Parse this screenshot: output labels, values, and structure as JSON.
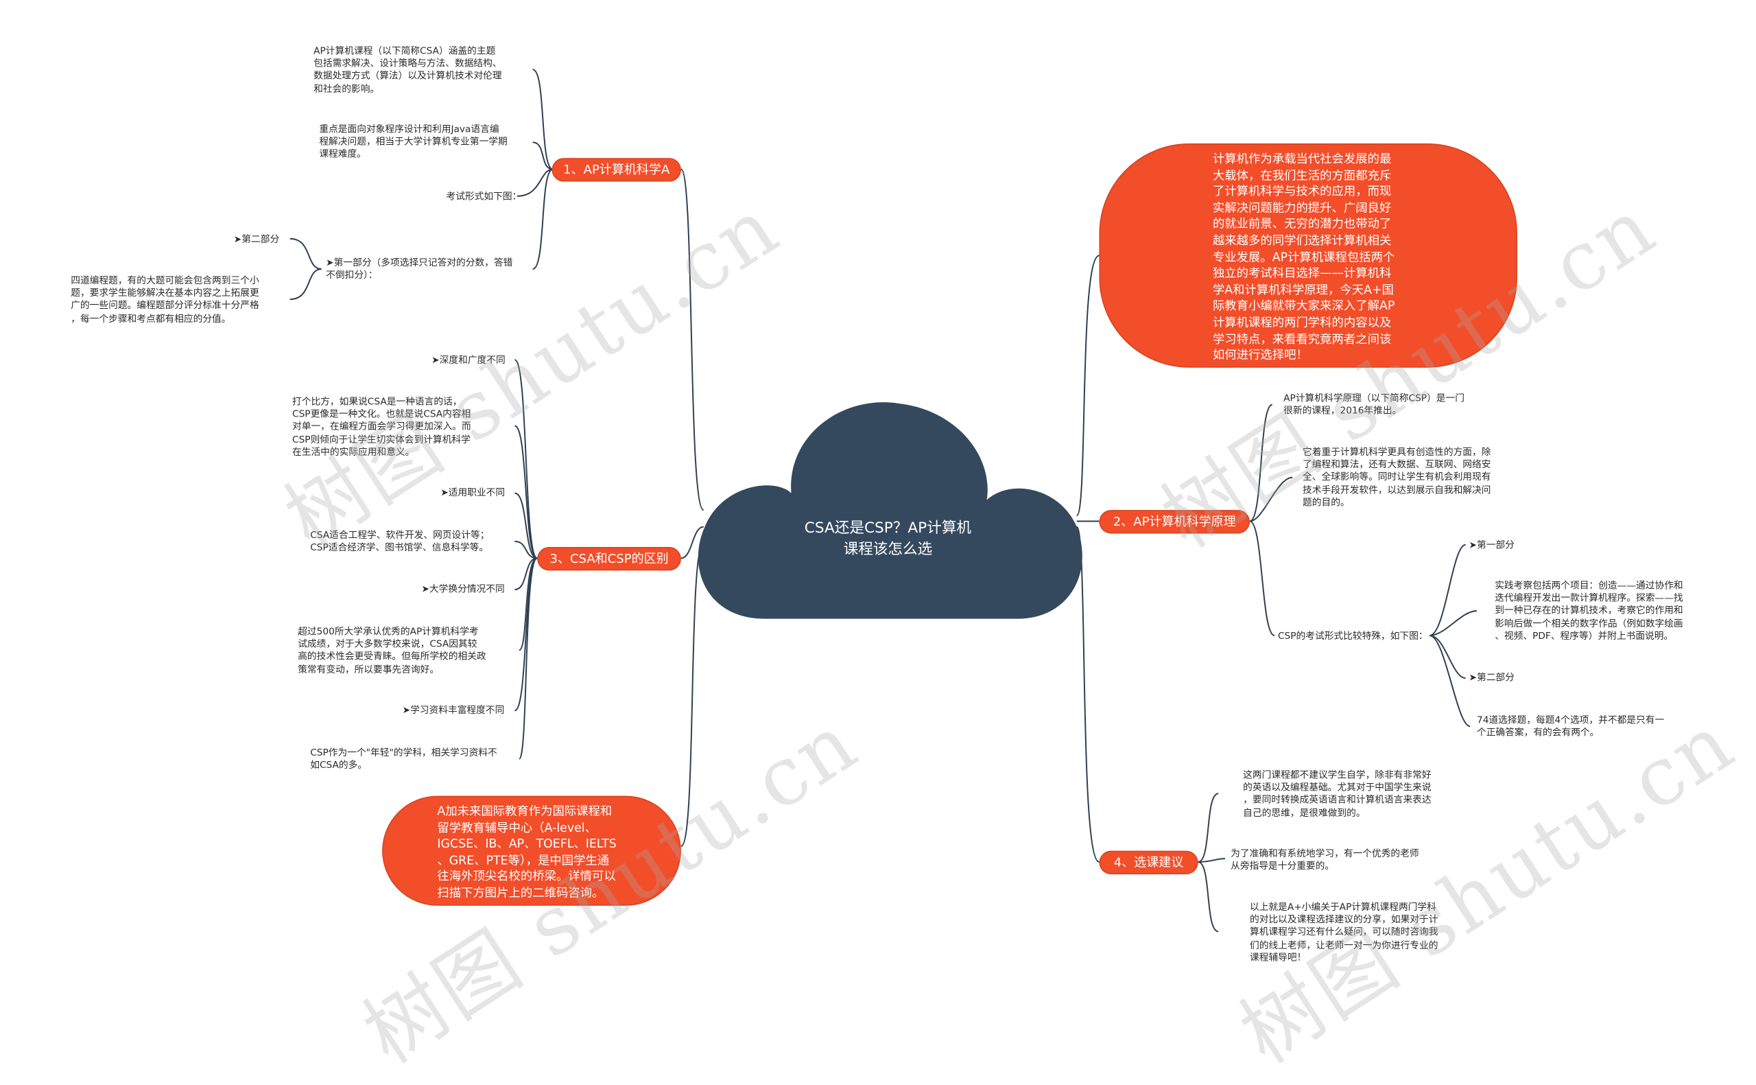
{
  "center": {
    "title_line1": "CSA还是CSP？AP计算机",
    "title_line2": "课程该怎么选"
  },
  "branches": {
    "b1": {
      "label": "1、AP计算机科学A",
      "t1": "AP计算机课程（以下简称CSA）涵盖的主题\n包括需求解决、设计策略与方法、数据结构、\n数据处理方式（算法）以及计算机技术对伦理\n和社会的影响。",
      "t2": "重点是面向对象程序设计和利用Java语言编\n程解决问题，相当于大学计算机专业第一学期\n课程难度。",
      "t3": "考试形式如下图：",
      "t4": "➤第一部分（多项选择只记答对的分数，答错\n不倒扣分）：",
      "t5": "➤第二部分",
      "t6": "四道编程题，有的大题可能会包含两到三个小\n题，要求学生能够解决在基本内容之上拓展更\n广的一些问题。编程题部分评分标准十分严格\n，每一个步骤和考点都有相应的分值。"
    },
    "b3": {
      "label": "3、CSA和CSP的区别",
      "t1": "➤深度和广度不同",
      "t2": "打个比方，如果说CSA是一种语言的话，\nCSP更像是一种文化。也就是说CSA内容相\n对单一，在编程方面会学习得更加深入。而\nCSP则倾向于让学生切实体会到计算机科学\n在生活中的实际应用和意义。",
      "t3": "➤适用职业不同",
      "t4": "CSA适合工程学、软件开发、网页设计等；\nCSP适合经济学、图书馆学、信息科学等。",
      "t5": "➤大学换分情况不同",
      "t6": "超过500所大学承认优秀的AP计算机科学考\n试成绩，对于大多数学校来说，CSA因其较\n高的技术性会更受青睐。但每所学校的相关政\n策常有变动，所以要事先咨询好。",
      "t7": "➤学习资料丰富程度不同",
      "t8": "CSP作为一个\"年轻\"的学科，相关学习资料不\n如CSA的多。"
    },
    "b2": {
      "label": "2、AP计算机科学原理",
      "t1": "AP计算机科学原理（以下简称CSP）是一门\n很新的课程，2016年推出。",
      "t2": "它着重于计算机科学更具有创造性的方面，除\n了编程和算法，还有大数据、互联网、网络安\n全、全球影响等。同时让学生有机会利用现有\n技术手段开发软件，以达到展示自我和解决问\n题的目的。",
      "t3": "CSP的考试形式比较特殊，如下图：",
      "t4": "➤第一部分",
      "t5": "实践考察包括两个项目：创造——通过协作和\n迭代编程开发出一款计算机程序。探索——找\n到一种已存在的计算机技术，考察它的作用和\n影响后做一个相关的数字作品（例如数字绘画\n、视频、PDF、程序等）并附上书面说明。",
      "t6": "➤第二部分",
      "t7": "74道选择题，每题4个选项，并不都是只有一\n个正确答案，有的会有两个。"
    },
    "b4": {
      "label": "4、选课建议",
      "t1": "这两门课程都不建议学生自学，除非有非常好\n的英语以及编程基础。尤其对于中国学生来说\n，要同时转换成英语语言和计算机语言来表达\n自己的思维，是很难做到的。",
      "t2": "为了准确和有系统地学习，有一个优秀的老师\n从旁指导是十分重要的。",
      "t3": "以上就是A+小编关于AP计算机课程两门学科\n的对比以及课程选择建议的分享，如果对于计\n算机课程学习还有什么疑问，可以随时咨询我\n们的线上老师，让老师一对一为你进行专业的\n课程辅导吧！"
    }
  },
  "intro_blob": {
    "lines": [
      "计算机作为承载当代社会发展的最",
      "大载体，在我们生活的方面都充斥",
      "了计算机科学与技术的应用，而现",
      "实解决问题能力的提升、广阔良好",
      "的就业前景、无穷的潜力也带动了",
      "越来越多的同学们选择计算机相关",
      "专业发展。AP计算机课程包括两个",
      "独立的考试科目选择——计算机科",
      "学A和计算机科学原理，今天A+国",
      "际教育小编就带大家来深入了解AP",
      "计算机课程的两门学科的内容以及",
      "学习特点，来看看究竟两者之间该",
      "如何进行选择吧！"
    ]
  },
  "ad_blob": {
    "lines": [
      "A加未来国际教育作为国际课程和",
      "留学教育辅导中心（A-level、",
      "IGCSE、IB、AP、TOEFL、IELTS",
      "、GRE、PTE等），是中国学生通",
      "往海外顶尖名校的桥梁。详情可以",
      "扫描下方图片上的二维码咨询。"
    ]
  },
  "watermark": "树图 shutu.cn",
  "colors": {
    "accent": "#f24e2a",
    "cloud": "#34495e",
    "line": "#2c3e50"
  }
}
